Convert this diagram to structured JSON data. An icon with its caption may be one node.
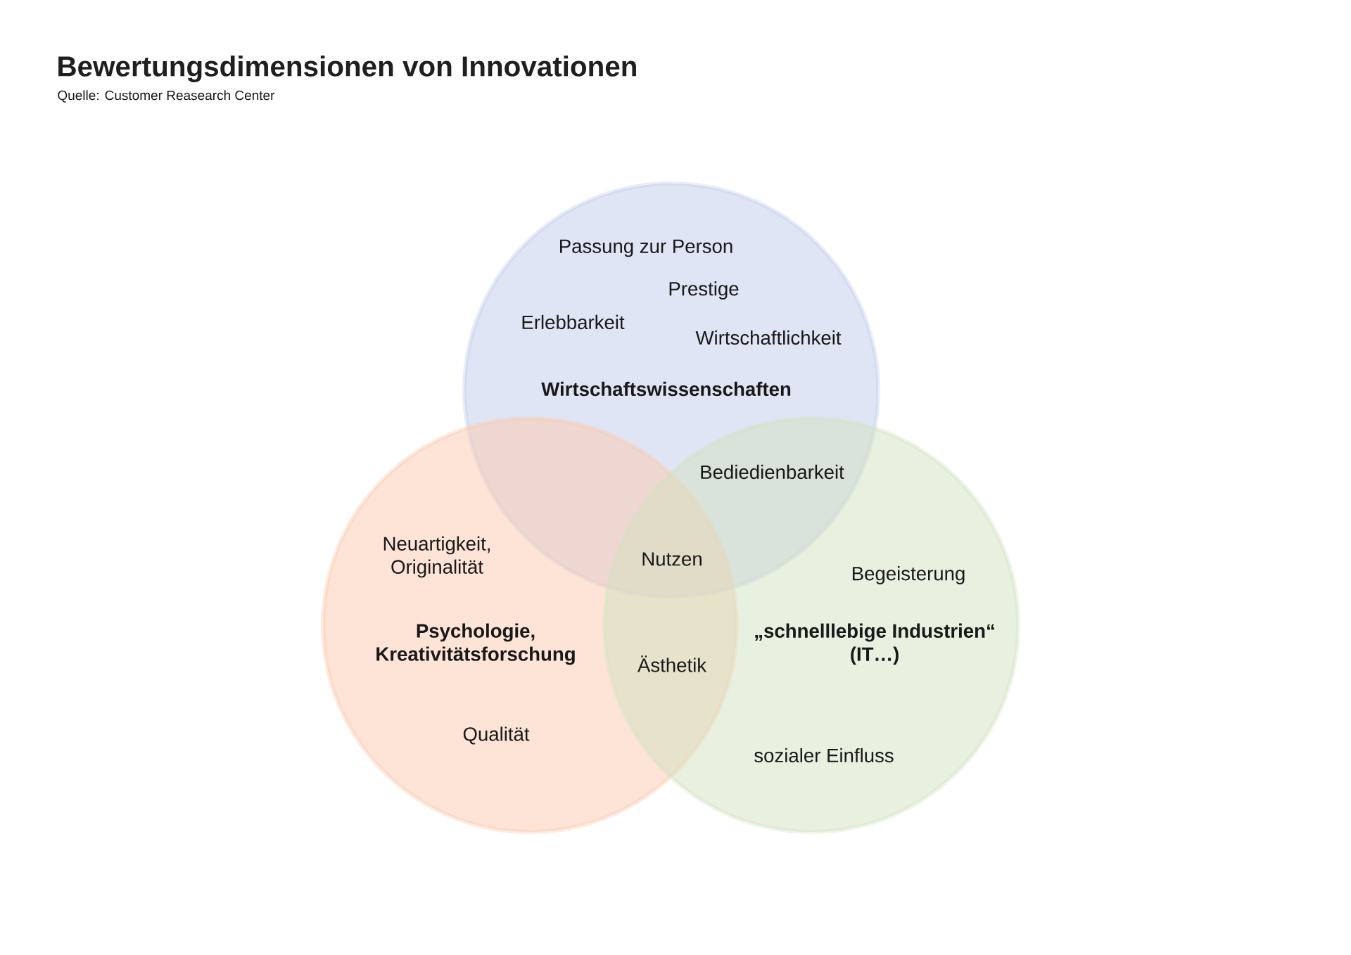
{
  "diagram": {
    "title": "Bewertungsdimensionen von Innovationen",
    "nodes": [
      {
        "text": [
          "Passung zur Person",
          "Prestige",
          "Erlebbarkeit",
          "Wirtschaftlichkeit",
          "Wirtschaftswissenschaften"
        ]
      },
      {
        "text": [
          "Neuartigkeit, Originalität",
          "Psychologie, Kreativitätsforschung",
          "Qualität"
        ]
      },
      {
        "text": [
          "Begeisterung",
          "„schnelllebige Industrien“ (IT…)",
          "sozialer Einfluss"
        ]
      }
    ],
    "labels": [
      "Quelle: Customer Reasearch Center",
      "Bediedienbarkeit",
      "Nutzen",
      "Ästhetik"
    ]
  }
}
